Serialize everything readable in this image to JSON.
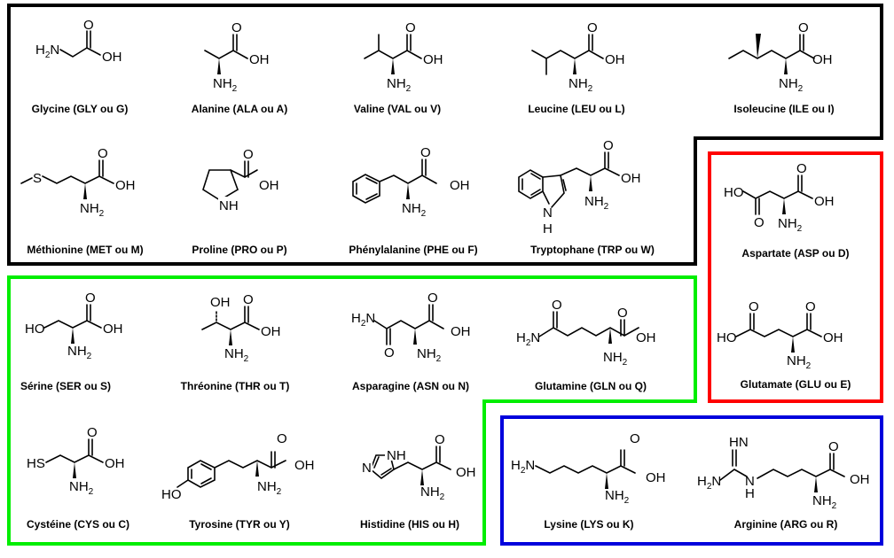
{
  "groups": [
    {
      "id": "nonpolar",
      "color": "#000000"
    },
    {
      "id": "acidic",
      "color": "#ff0000"
    },
    {
      "id": "polar",
      "color": "#00ee00"
    },
    {
      "id": "basic",
      "color": "#0000dd"
    }
  ],
  "atoms": {
    "NH2": "NH",
    "sub2": "2",
    "H2N": "H",
    "N": "N",
    "OH": "OH",
    "HO": "HO",
    "O": "O",
    "S": "S",
    "SH": "HS",
    "NH": "NH",
    "H": "H",
    "HN": "HN"
  },
  "amino_acids": [
    {
      "key": "glycine",
      "label": "Glycine (GLY ou G)"
    },
    {
      "key": "alanine",
      "label": "Alanine (ALA ou A)"
    },
    {
      "key": "valine",
      "label": "Valine (VAL ou V)"
    },
    {
      "key": "leucine",
      "label": "Leucine (LEU ou L)"
    },
    {
      "key": "isoleucine",
      "label": "Isoleucine (ILE ou I)"
    },
    {
      "key": "methionine",
      "label": "Méthionine (MET ou M)"
    },
    {
      "key": "proline",
      "label": "Proline (PRO ou P)"
    },
    {
      "key": "phenylalanine",
      "label": "Phénylalanine (PHE ou F)"
    },
    {
      "key": "tryptophane",
      "label": "Tryptophane (TRP ou W)"
    },
    {
      "key": "aspartate",
      "label": "Aspartate (ASP ou D)"
    },
    {
      "key": "glutamate",
      "label": "Glutamate (GLU ou E)"
    },
    {
      "key": "serine",
      "label": "Sérine (SER ou S)"
    },
    {
      "key": "threonine",
      "label": "Thréonine (THR ou T)"
    },
    {
      "key": "asparagine",
      "label": "Asparagine (ASN ou N)"
    },
    {
      "key": "glutamine",
      "label": "Glutamine (GLN ou Q)"
    },
    {
      "key": "cysteine",
      "label": "Cystéine (CYS ou C)"
    },
    {
      "key": "tyrosine",
      "label": "Tyrosine (TYR ou Y)"
    },
    {
      "key": "histidine",
      "label": "Histidine (HIS ou H)"
    },
    {
      "key": "lysine",
      "label": "Lysine (LYS ou K)"
    },
    {
      "key": "arginine",
      "label": "Arginine (ARG ou R)"
    }
  ]
}
